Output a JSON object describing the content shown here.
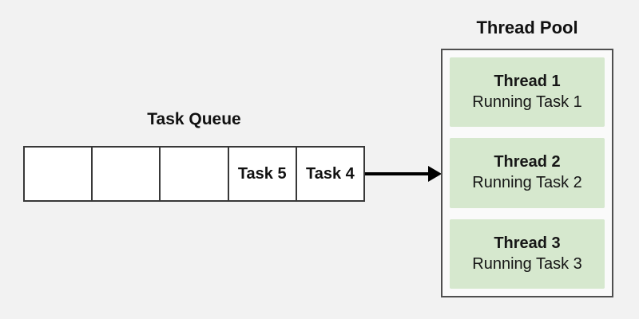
{
  "colors": {
    "page_background": "#f2f2f2",
    "queue_cell_background": "#ffffff",
    "queue_cell_border": "#383838",
    "pool_panel_background": "#fafafa",
    "pool_panel_border": "#4f4f4f",
    "thread_box_fill": "#d6e8ce",
    "arrow": "#000000",
    "text": "#111111"
  },
  "task_queue": {
    "title": "Task Queue",
    "cells": [
      {
        "label": ""
      },
      {
        "label": ""
      },
      {
        "label": ""
      },
      {
        "label": "Task 5"
      },
      {
        "label": "Task 4"
      }
    ]
  },
  "thread_pool": {
    "title": "Thread Pool",
    "threads": [
      {
        "name": "Thread 1",
        "status": "Running Task 1"
      },
      {
        "name": "Thread 2",
        "status": "Running Task 2"
      },
      {
        "name": "Thread 3",
        "status": "Running Task 3"
      }
    ]
  }
}
